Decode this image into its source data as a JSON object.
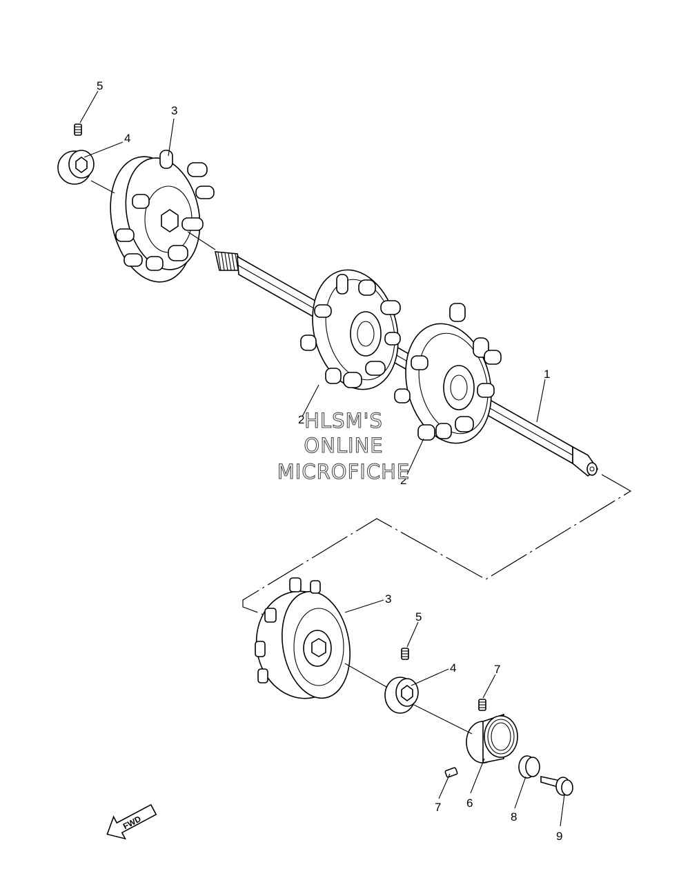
{
  "watermark": {
    "lines": [
      "HLSM'S",
      "ONLINE",
      "MICROFICHE"
    ]
  },
  "callouts": {
    "c1": "1",
    "c2a": "2",
    "c2b": "2",
    "c3a": "3",
    "c3b": "3",
    "c4a": "4",
    "c4b": "4",
    "c5a": "5",
    "c5b": "5",
    "c6": "6",
    "c7a": "7",
    "c7b": "7",
    "c8": "8",
    "c9": "9"
  },
  "fwd_arrow": {
    "label": "FWD",
    "icon": "fwd-arrow-icon"
  },
  "colors": {
    "line": "#000000",
    "background": "#ffffff",
    "watermark_outline": "#4a4a4a"
  }
}
